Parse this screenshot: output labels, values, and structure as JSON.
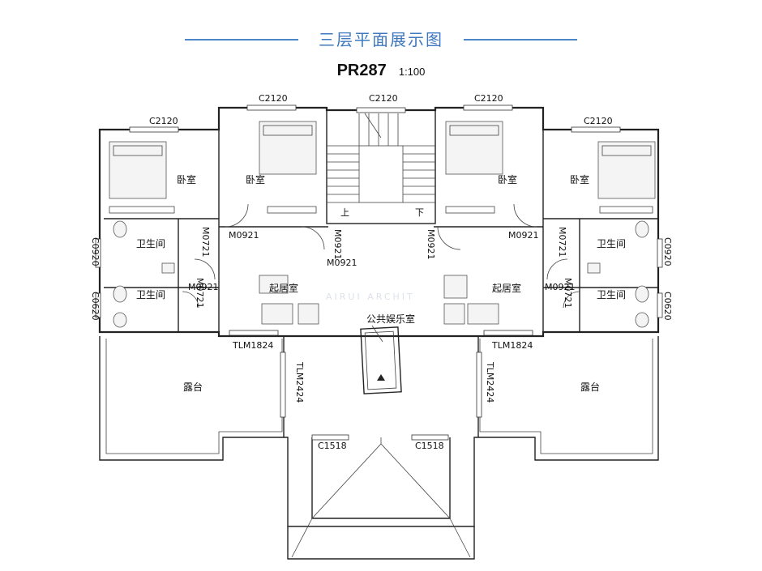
{
  "header": {
    "title": "三层平面展示图",
    "plan_code": "PR287",
    "scale": "1:100",
    "accent_color": "#4a86c8"
  },
  "watermark": {
    "text": "",
    "subtext": "AIRUI ARCHIT"
  },
  "rooms": {
    "bedroom": "卧室",
    "bathroom": "卫生间",
    "living": "起居室",
    "public_rec": "公共娱乐室",
    "terrace": "露台",
    "stair_up": "上",
    "stair_down": "下"
  },
  "codes": {
    "window_c2120": "C2120",
    "window_c1518": "C1518",
    "window_c0920": "C0920",
    "window_c0620": "C0620",
    "door_m0921": "M0921",
    "door_m0721": "M0721",
    "door_tlm1824": "TLM1824",
    "door_tlm2424": "TLM2424"
  }
}
